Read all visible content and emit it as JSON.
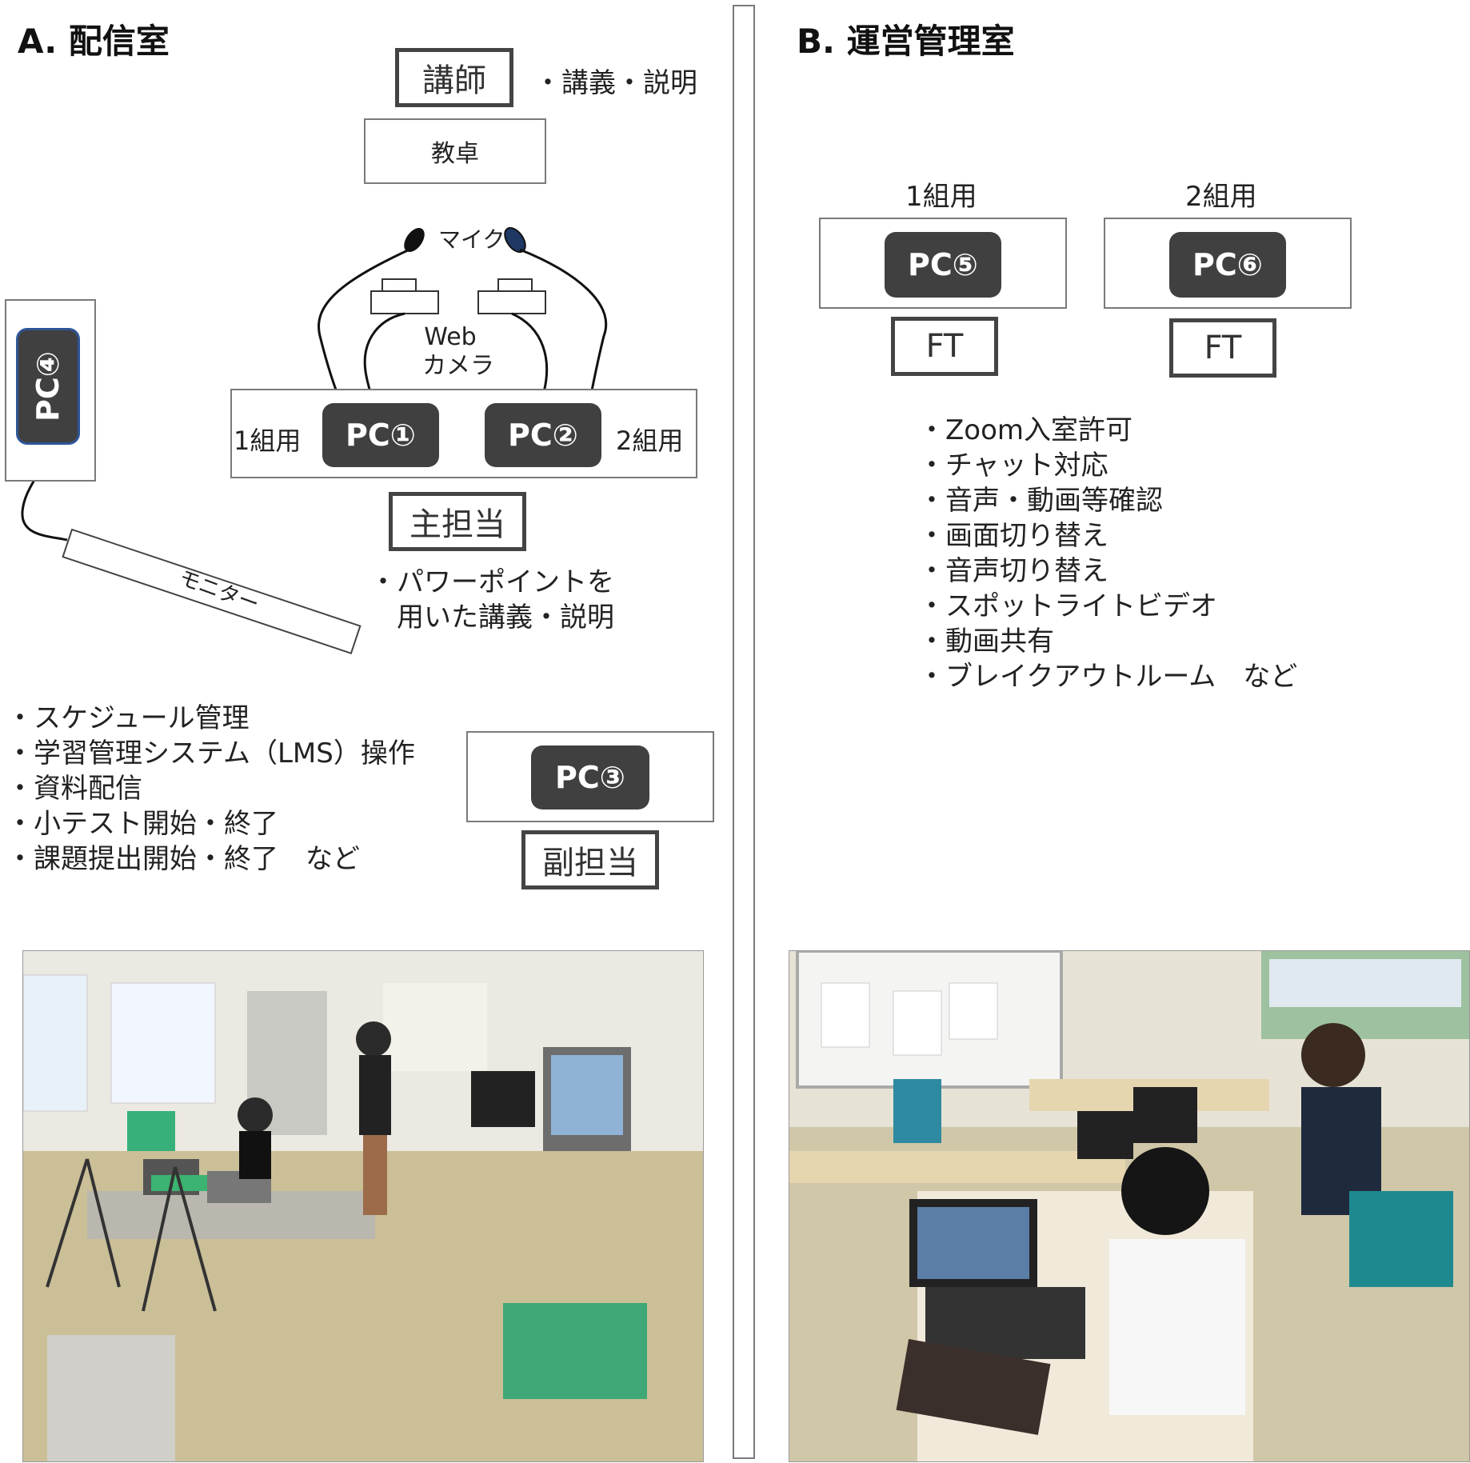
{
  "sections": {
    "a": {
      "title": "A. 配信室",
      "instructor": "講師",
      "instructor_note": "・講義・説明",
      "desk": "教卓",
      "mic": "マイク",
      "webcam": [
        "Web",
        "カメラ"
      ],
      "group1": "1組用",
      "group2": "2組用",
      "pc1": "PC①",
      "pc2": "PC②",
      "pc3": "PC③",
      "pc4": "PC④",
      "main_staff": "主担当",
      "main_notes": [
        "・パワーポイントを",
        "　用いた講義・説明"
      ],
      "monitor": "モニター",
      "sub_staff": "副担当",
      "sub_notes": [
        "・スケジュール管理",
        "・学習管理システム（LMS）操作",
        "・資料配信",
        "・小テスト開始・終了",
        "・課題提出開始・終了　など"
      ]
    },
    "b": {
      "title": "B. 運営管理室",
      "group1": "1組用",
      "group2": "2組用",
      "pc5": "PC⑤",
      "pc6": "PC⑥",
      "ft1": "FT",
      "ft2": "FT",
      "notes": [
        "・Zoom入室許可",
        "・チャット対応",
        "・音声・動画等確認",
        "・画面切り替え",
        "・音声切り替え",
        "・スポットライトビデオ",
        "・動画共有",
        "・ブレイクアウトルーム　など"
      ]
    }
  },
  "colors": {
    "pc_fill": "#404040",
    "pc4_border": "#2f5597",
    "divider": "#7a7a7a"
  }
}
